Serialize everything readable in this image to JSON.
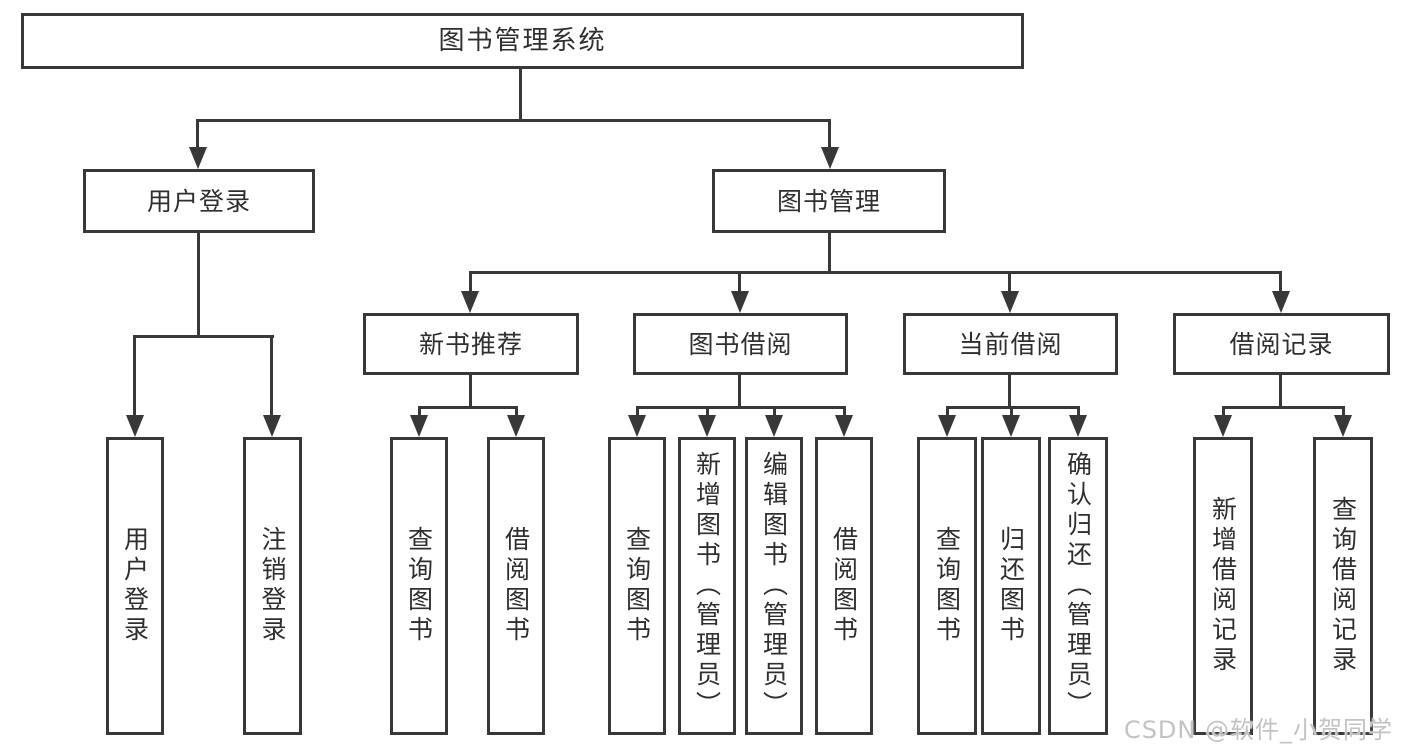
{
  "tree": {
    "label": "图书管理系统",
    "children": [
      {
        "label": "用户登录",
        "children": [
          {
            "label": "用户登录"
          },
          {
            "label": "注销登录"
          }
        ]
      },
      {
        "label": "图书管理",
        "children": [
          {
            "label": "新书推荐",
            "children": [
              {
                "label": "查询图书"
              },
              {
                "label": "借阅图书"
              }
            ]
          },
          {
            "label": "图书借阅",
            "children": [
              {
                "label": "查询图书"
              },
              {
                "label": "新增图书（管理员）"
              },
              {
                "label": "编辑图书（管理员）"
              },
              {
                "label": "借阅图书"
              }
            ]
          },
          {
            "label": "当前借阅",
            "children": [
              {
                "label": "查询图书"
              },
              {
                "label": "归还图书"
              },
              {
                "label": "确认归还（管理员）"
              }
            ]
          },
          {
            "label": "借阅记录",
            "children": [
              {
                "label": "新增借阅记录"
              },
              {
                "label": "查询借阅记录"
              }
            ]
          }
        ]
      }
    ]
  },
  "watermark": "CSDN @软件_小贺同学",
  "colors": {
    "line": "#383838",
    "text": "#2f2f2f",
    "background": "#ffffff",
    "watermark": "#c3c3c3"
  }
}
